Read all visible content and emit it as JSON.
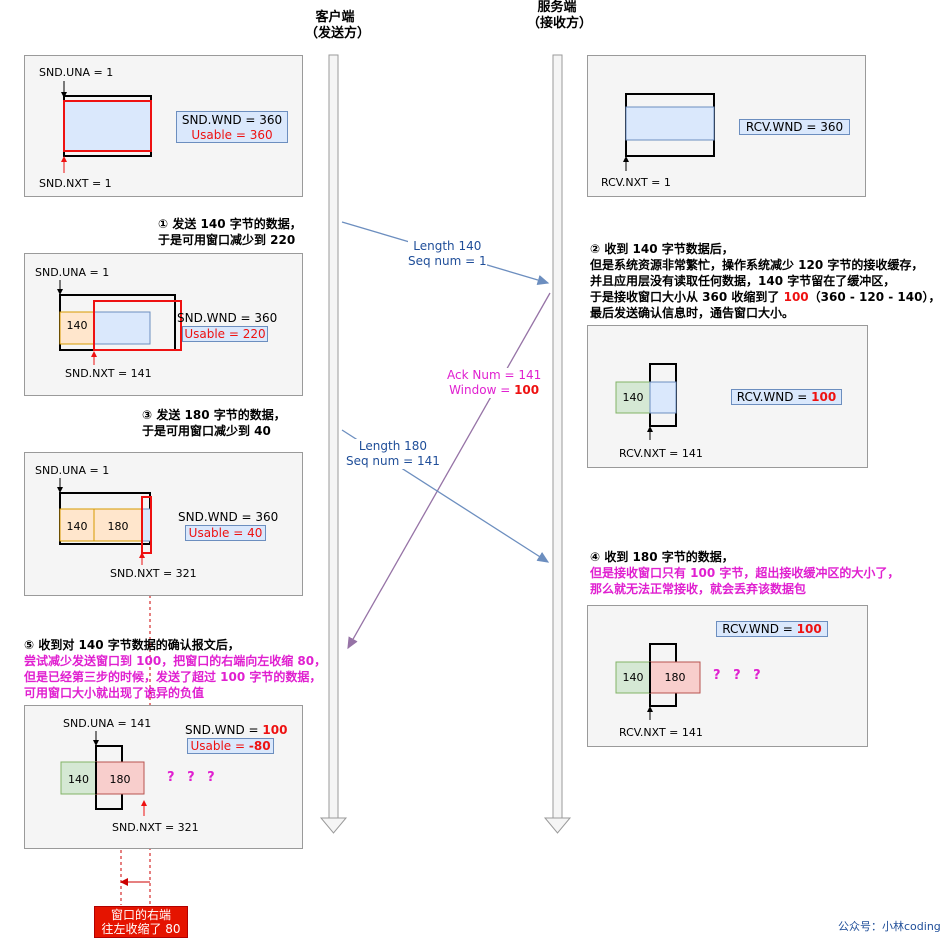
{
  "headers": {
    "client": [
      "客户端",
      "（发送方）"
    ],
    "server": [
      "服务端",
      "（接收方）"
    ]
  },
  "colors": {
    "blue_fill": "#dae8fc",
    "blue_stroke": "#6c8ebf",
    "orange_fill": "#ffe6cc",
    "orange_stroke": "#d79b00",
    "green_fill": "#d5e8d4",
    "green_stroke": "#82b366",
    "pink_fill": "#f8cecc",
    "pink_stroke": "#b85450",
    "red": "#ee1111",
    "magenta": "#e020d0",
    "arrow_blue": "#6c8ebf",
    "arrow_purple": "#9673a6"
  },
  "panels": {
    "c1": {
      "una": "SND.UNA = 1",
      "nxt": "SND.NXT = 1",
      "wnd": "SND.WND = 360",
      "usable": "Usable = 360"
    },
    "c2": {
      "una": "SND.UNA = 1",
      "nxt": "SND.NXT = 141",
      "wnd": "SND.WND = 360",
      "usable": "Usable = 220",
      "seg1": "140"
    },
    "c3": {
      "una": "SND.UNA = 1",
      "nxt": "SND.NXT = 321",
      "wnd": "SND.WND = 360",
      "usable": "Usable = 40",
      "seg1": "140",
      "seg2": "180"
    },
    "c4": {
      "una": "SND.UNA = 141",
      "nxt": "SND.NXT = 321",
      "wnd_prefix": "SND.WND = ",
      "wnd_value": "100",
      "usable_prefix": "Usable = ",
      "usable_value": "-80",
      "seg1": "140",
      "seg2": "180",
      "qmarks": "? ? ?"
    },
    "s1": {
      "nxt": "RCV.NXT = 1",
      "wnd": "RCV.WND = 360"
    },
    "s2": {
      "nxt": "RCV.NXT = 141",
      "wnd_prefix": "RCV.WND = ",
      "wnd_value": "100",
      "seg1": "140"
    },
    "s3": {
      "nxt": "RCV.NXT = 141",
      "wnd_prefix": "RCV.WND = ",
      "wnd_value": "100",
      "seg1": "140",
      "seg2": "180",
      "qmarks": "? ? ?"
    }
  },
  "notes": {
    "n1": [
      "① 发送 140 字节的数据，",
      "于是可用窗口减少到 220"
    ],
    "n2": {
      "l1": "② 收到 140 字节数据后，",
      "l2": "但是系统资源非常繁忙，操作系统减少 120 字节的接收缓存，",
      "l3": "并且应用层没有读取任何数据，140 字节留在了缓冲区，",
      "l4_a": "于是接收窗口大小从 360 收缩到了 ",
      "l4_b": "100",
      "l4_c": "（360 - 120 - 140），",
      "l5": "最后发送确认信息时，通告窗口大小。"
    },
    "n3": [
      "③ 发送 180 字节的数据，",
      "于是可用窗口减少到 40"
    ],
    "n4": {
      "l1": "④ 收到 180 字节的数据，",
      "l2": "但是接收窗口只有 100 字节，超出接收缓冲区的大小了，",
      "l3": "那么就无法正常接收，就会丢弃该数据包"
    },
    "n5": {
      "l1": "⑤ 收到对 140 字节数据的确认报文后，",
      "l2": "尝试减少发送窗口到 100，把窗口的右端向左收缩 80，",
      "l3": "但是已经第三步的时候，发送了超过 100 字节的数据，",
      "l4": "可用窗口大小就出现了诡异的负值"
    }
  },
  "messages": {
    "m1": [
      "Length 140",
      "Seq num = 1"
    ],
    "m2": {
      "ack": "Ack Num = 141",
      "win_prefix": "Window = ",
      "win_value": "100"
    },
    "m3": [
      "Length 180",
      "Seq num = 141"
    ]
  },
  "callout": [
    "窗口的右端",
    "往左收缩了 80"
  ],
  "watermark": "公众号：小林coding"
}
